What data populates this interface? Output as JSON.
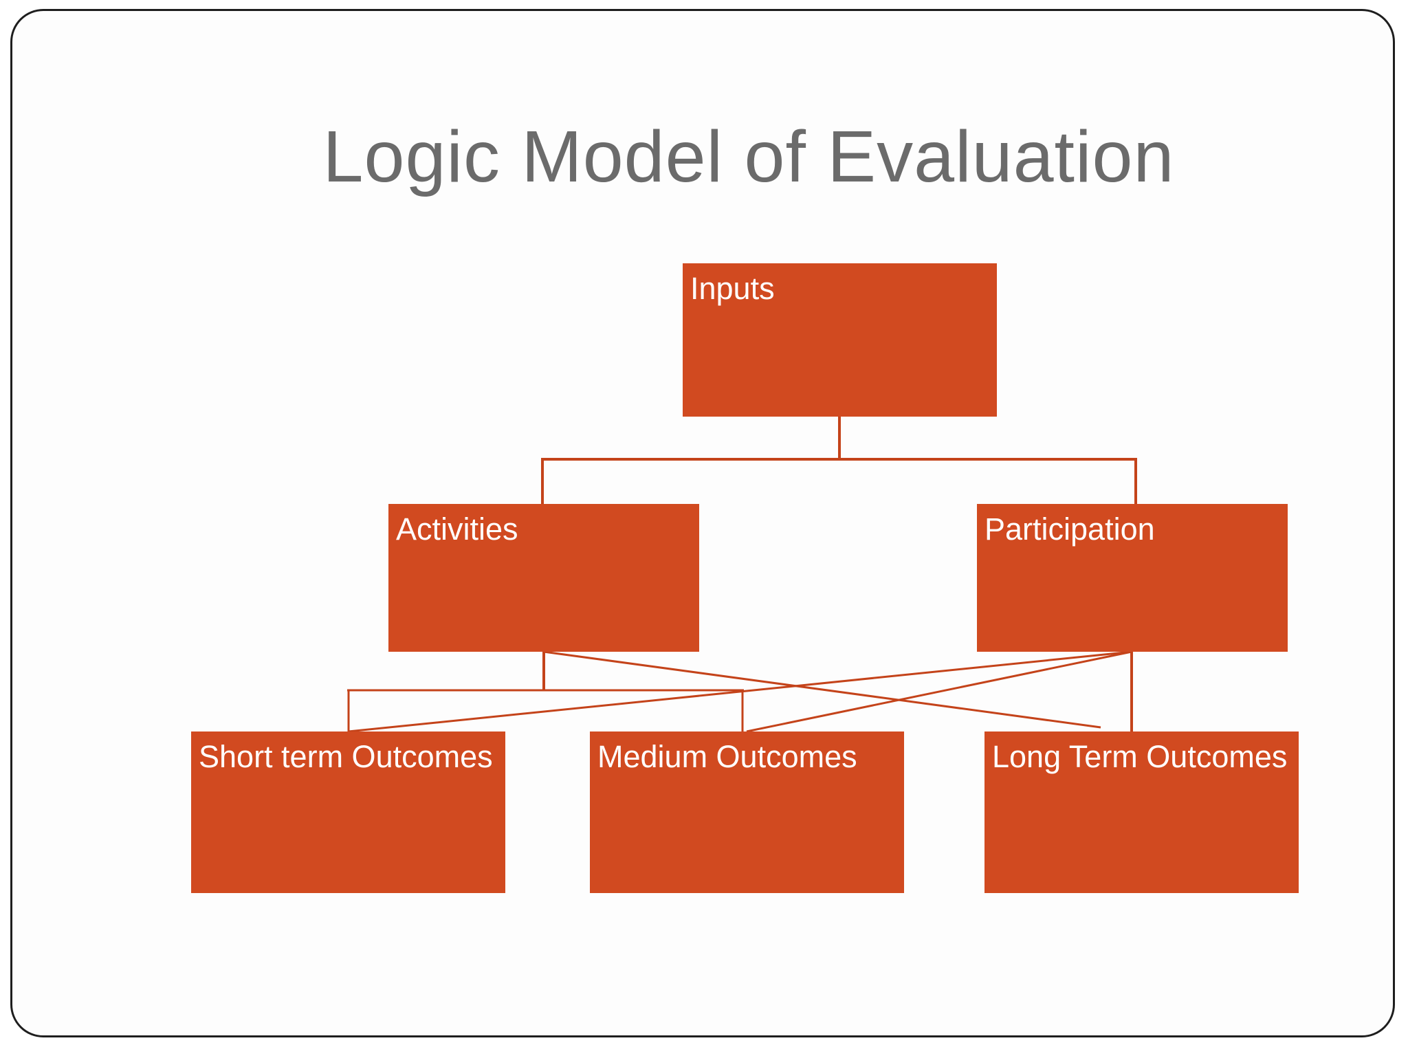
{
  "slide": {
    "title": "Logic Model of Evaluation",
    "diagram": {
      "type": "flowchart",
      "nodes": {
        "inputs": {
          "label": "Inputs"
        },
        "activities": {
          "label": "Activities"
        },
        "participation": {
          "label": "Participation"
        },
        "short_term": {
          "label": "Short term Outcomes"
        },
        "medium": {
          "label": "Medium Outcomes"
        },
        "long_term": {
          "label": "Long Term Outcomes"
        }
      },
      "edges": [
        {
          "from": "inputs",
          "to": "activities"
        },
        {
          "from": "inputs",
          "to": "participation"
        },
        {
          "from": "activities",
          "to": "short_term"
        },
        {
          "from": "activities",
          "to": "medium"
        },
        {
          "from": "activities",
          "to": "long_term"
        },
        {
          "from": "participation",
          "to": "short_term"
        },
        {
          "from": "participation",
          "to": "medium"
        },
        {
          "from": "participation",
          "to": "long_term"
        }
      ]
    },
    "colors": {
      "box_fill": "#d14a20",
      "connector": "#c4431a",
      "title_text": "#6b6b6b",
      "label_text": "#ffffff",
      "slide_border": "#1e1e1e",
      "background": "#fdfdfd"
    }
  }
}
